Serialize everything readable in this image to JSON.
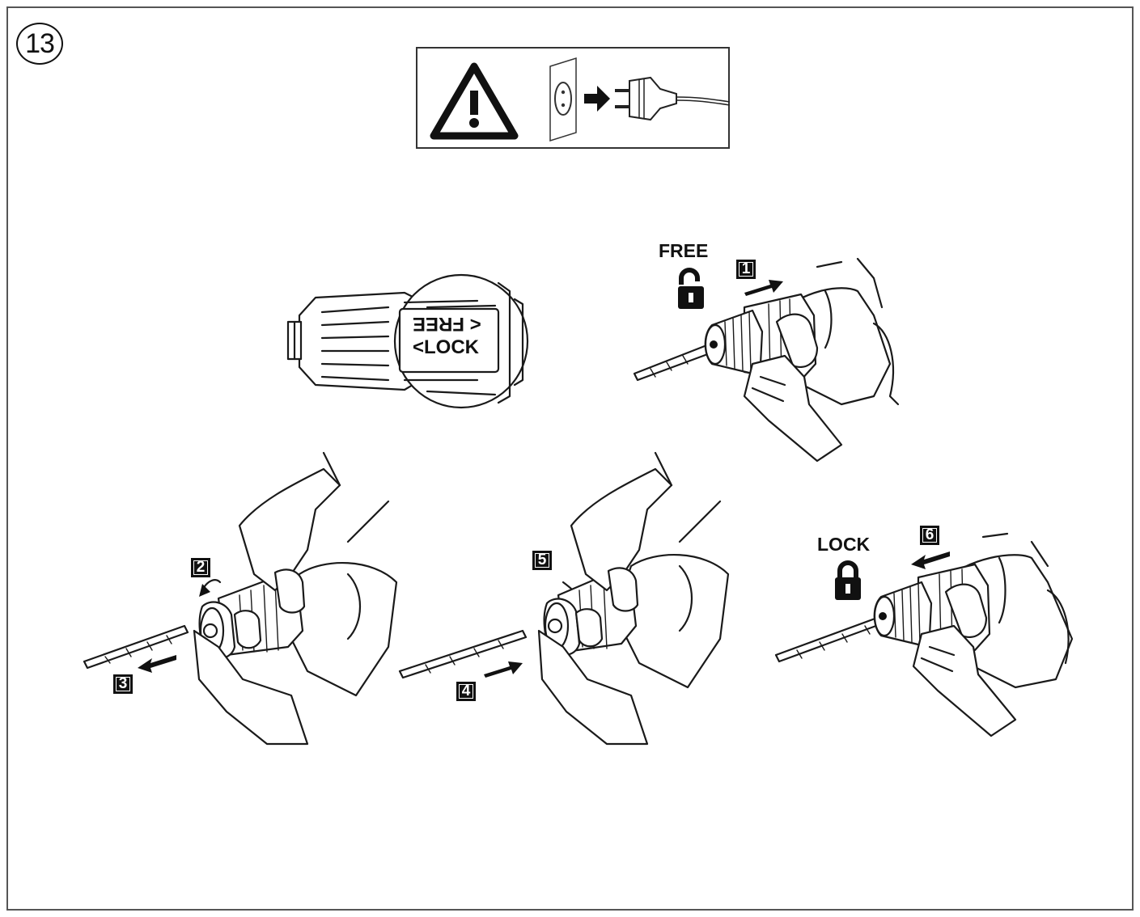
{
  "page_number": "13",
  "warning": {
    "icons": [
      "warning-triangle-icon",
      "wall-socket-icon",
      "arrow-right-icon",
      "power-plug-icon"
    ]
  },
  "chuck_detail": {
    "label_free": "< FREE",
    "label_lock": "<LOCK"
  },
  "labels": {
    "free": "FREE",
    "lock": "LOCK"
  },
  "steps": [
    "1",
    "2",
    "3",
    "4",
    "5",
    "6"
  ],
  "colors": {
    "line": "#1a1a1a",
    "badge": "#111111",
    "frame": "#555555"
  }
}
